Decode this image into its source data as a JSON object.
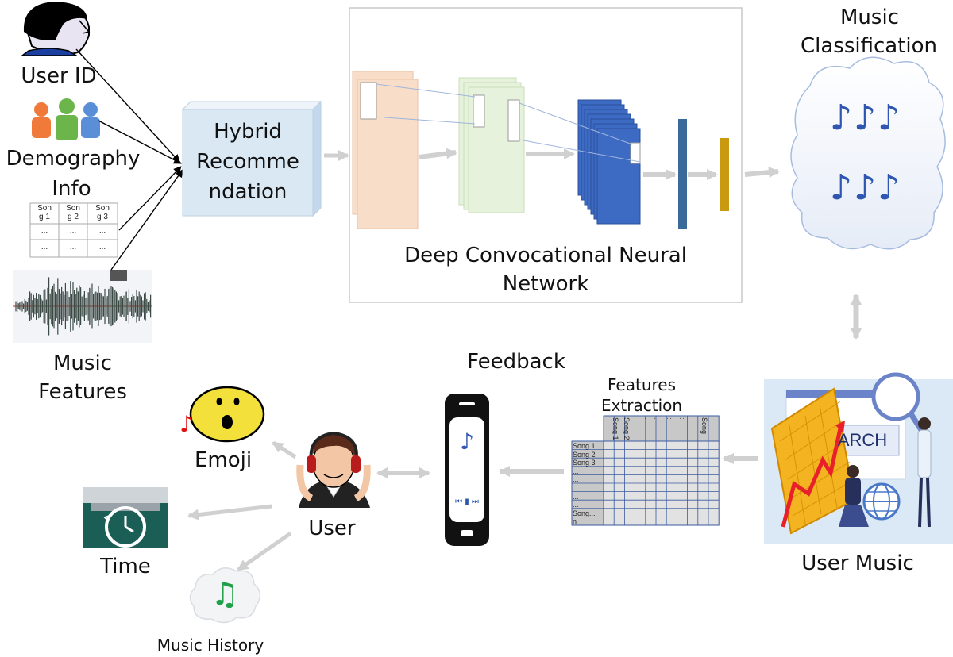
{
  "labels": {
    "user_id": "User ID",
    "demography_1": "Demography",
    "demography_2": "Info",
    "music_features_1": "Music",
    "music_features_2": "Features",
    "hybrid_1": "Hybrid",
    "hybrid_2": "Recomme",
    "hybrid_3": "ndation",
    "dcnn_1": "Deep Convocational Neural",
    "dcnn_2": "Network",
    "classification_1": "Music",
    "classification_2": "Classification",
    "feedback": "Feedback",
    "features_extraction_1": "Features",
    "features_extraction_2": "Extraction",
    "user_music": "User Music",
    "emoji": "Emoji",
    "user": "User",
    "time": "Time",
    "music_history": "Music History",
    "search_banner": "ARCH"
  },
  "song_table": {
    "header": [
      [
        "Son",
        "g 1"
      ],
      [
        "Son",
        "g 2"
      ],
      [
        "Son",
        "g 3"
      ]
    ],
    "row": [
      "...",
      "...",
      "..."
    ]
  },
  "feature_matrix": {
    "row_labels": [
      "Song 1",
      "Song 2",
      "Song 3",
      "...",
      "...",
      "....",
      "...",
      "...",
      "Song...",
      "n"
    ],
    "col_labels": [
      "Song 1",
      "Song 2",
      ":",
      ":",
      ":",
      ":",
      "Song"
    ]
  },
  "icons": {
    "notes": "♪",
    "phone_note": "♪",
    "phone_controls": "⏮ ▮ ⏭",
    "history_note": "♫",
    "emoji_note": "♪"
  },
  "colors": {
    "hybrid_box": "#dae8f3",
    "conv_layer_1": "#f8ddc8",
    "conv_layer_2": "#e6f2dc",
    "conv_layer_3": "#3d6bc4",
    "fc_blue": "#3a6a9a",
    "fc_gold": "#c9990f",
    "arrow_grey": "#d0d0d0"
  }
}
